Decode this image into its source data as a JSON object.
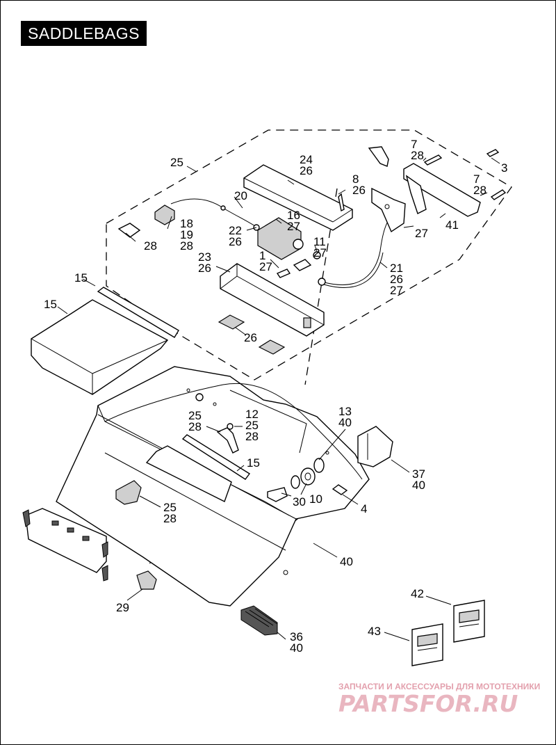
{
  "title": "SADDLEBAGS",
  "callouts": {
    "c25a": "25",
    "c2426": "24\n26",
    "c3": "3",
    "c728a": "7\n28",
    "c826": "8\n26",
    "c20": "20",
    "c728b": "7\n28",
    "c41": "41",
    "c27a": "27",
    "c1627": "16\n27",
    "c181928": "18\n19\n28",
    "c2226": "22\n26",
    "c1127": "11\n27",
    "c28a": "28",
    "c2326": "23\n26",
    "c127": "1\n27",
    "c212627": "21\n26\n27",
    "c15a": "15",
    "c15b": "15",
    "c26": "26",
    "c1340": "13\n40",
    "c2528a": "25\n28",
    "c122528": "12\n25\n28",
    "c3740": "37\n40",
    "c15c": "15",
    "c30": "30",
    "c10": "10",
    "c4": "4",
    "c2528b": "25\n28",
    "c40": "40",
    "c29": "29",
    "c42": "42",
    "c43": "43",
    "c3640": "36\n40"
  },
  "watermark": {
    "tagline": "ЗАПЧАСТИ И АКСЕССУАРЫ ДЛЯ МОТОТЕХНИКИ",
    "logo": "PARTSFOR.RU"
  }
}
